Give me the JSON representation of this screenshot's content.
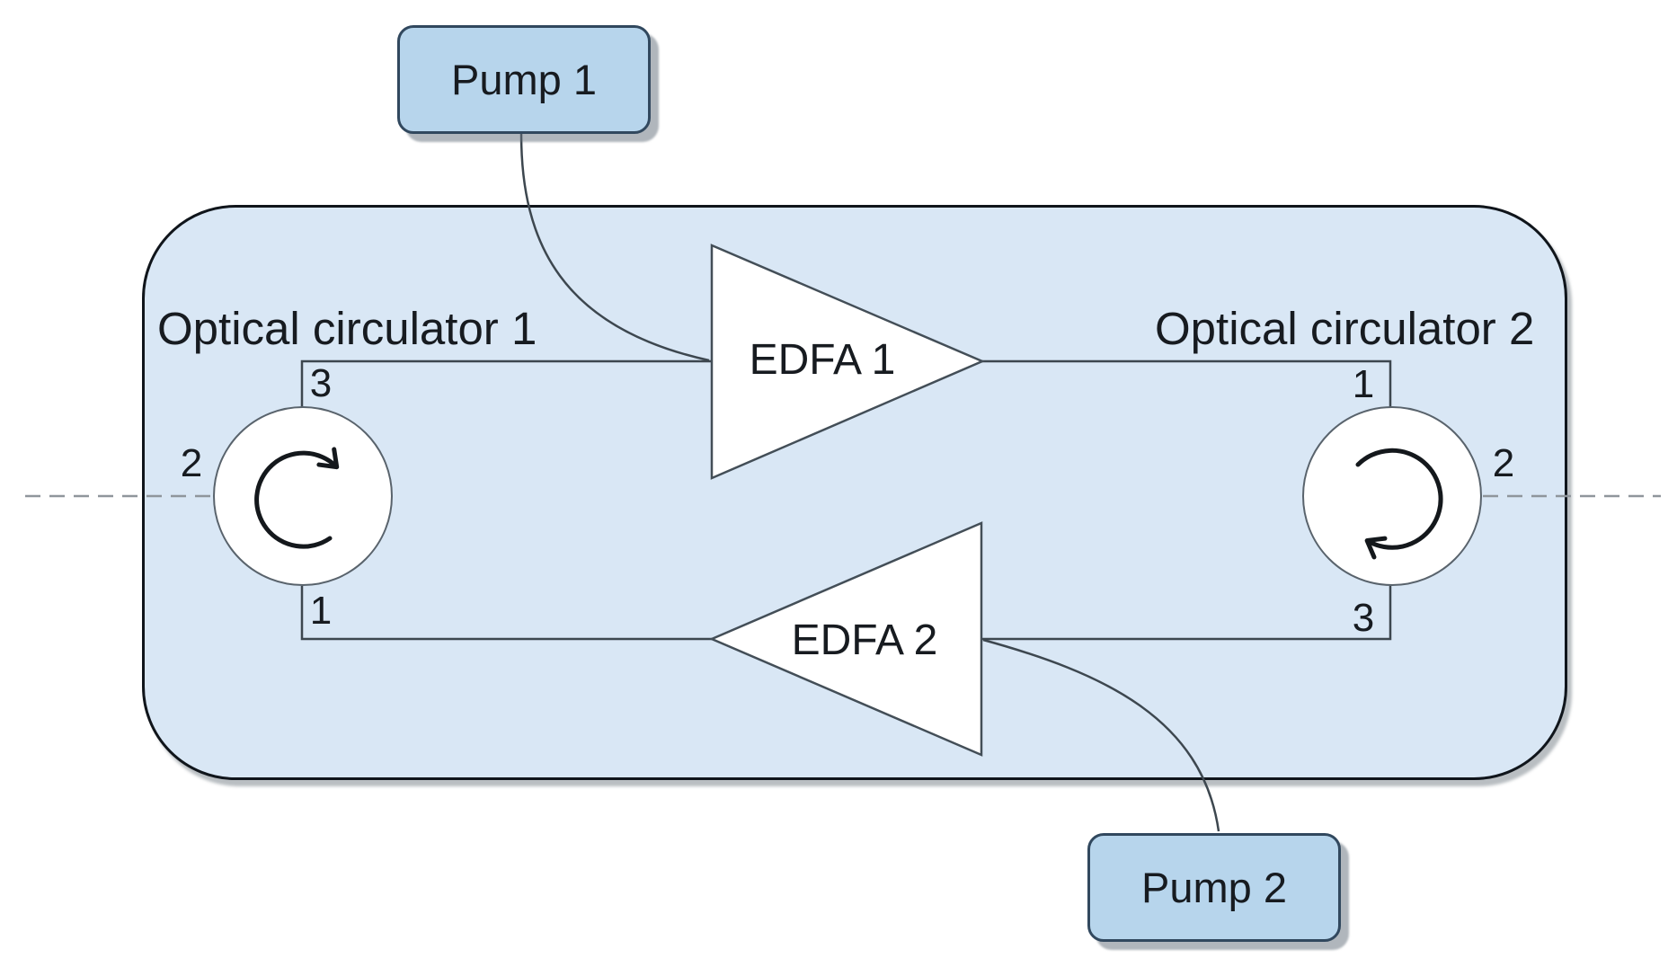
{
  "diagram": {
    "pumps": {
      "pump1": "Pump 1",
      "pump2": "Pump 2"
    },
    "circulator1": {
      "title": "Optical circulator 1",
      "port_top": "3",
      "port_left": "2",
      "port_bottom": "1"
    },
    "circulator2": {
      "title": "Optical circulator 2",
      "port_top": "1",
      "port_right": "2",
      "port_bottom": "3"
    },
    "amplifiers": {
      "edfa1": "EDFA 1",
      "edfa2": "EDFA 2"
    },
    "colors": {
      "enclosure_fill": "#d9e7f5",
      "pump_fill": "#b7d5ec",
      "pump_border": "#31485e",
      "line": "#3d474f",
      "dash": "#8f969c",
      "text": "#171b20"
    }
  }
}
